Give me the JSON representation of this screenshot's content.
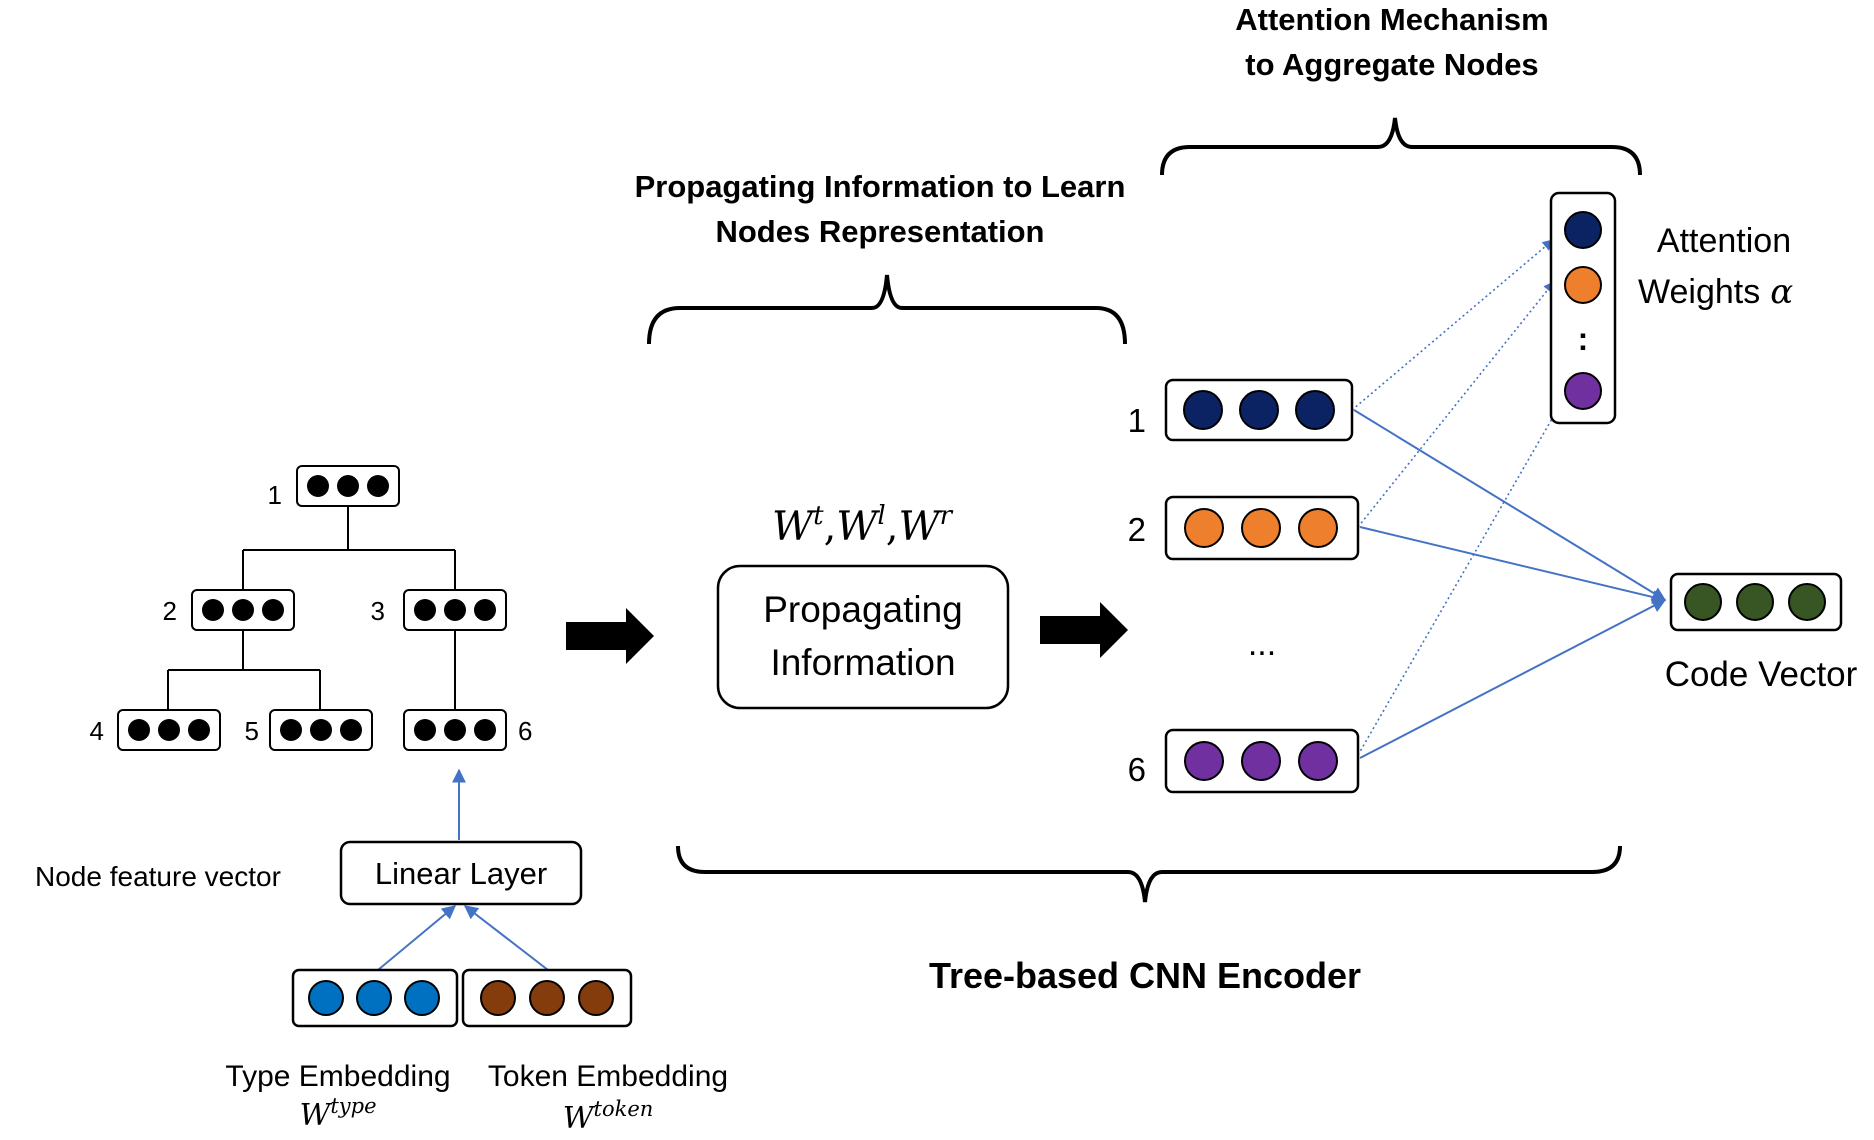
{
  "headers": {
    "attention_line1": "Attention Mechanism",
    "attention_line2": "to Aggregate Nodes",
    "propagating_line1": "Propagating Information to Learn",
    "propagating_line2": "Nodes Representation",
    "encoder": "Tree-based CNN Encoder"
  },
  "tree": {
    "node_labels": [
      "1",
      "2",
      "3",
      "4",
      "5",
      "6"
    ]
  },
  "feature": {
    "node_feature_label": "Node feature vector",
    "linear_layer": "Linear Layer",
    "type_embedding": "Type Embedding",
    "type_symbol_base": "W",
    "type_symbol_sup": "type",
    "token_embedding": "Token Embedding",
    "token_symbol_base": "W",
    "token_symbol_sup": "token"
  },
  "propagation": {
    "weights": [
      "W",
      "t",
      "W",
      "l",
      "W",
      "r"
    ],
    "box_line1": "Propagating",
    "box_line2": "Information"
  },
  "encoded_nodes": {
    "labels": [
      "1",
      "2",
      "6"
    ],
    "ellipsis": "..."
  },
  "attention": {
    "label_line1": "Attention",
    "label_line2": "Weights",
    "alpha": "α",
    "dots": ":"
  },
  "output": {
    "code_vector": "Code Vector"
  },
  "colors": {
    "black_dot": "#000000",
    "navy": "#0c2363",
    "orange": "#ee7f2d",
    "purple": "#7030a0",
    "green": "#375623",
    "blue": "#0070c0",
    "brown": "#843c0c",
    "arrow_blue": "#4472c4"
  }
}
